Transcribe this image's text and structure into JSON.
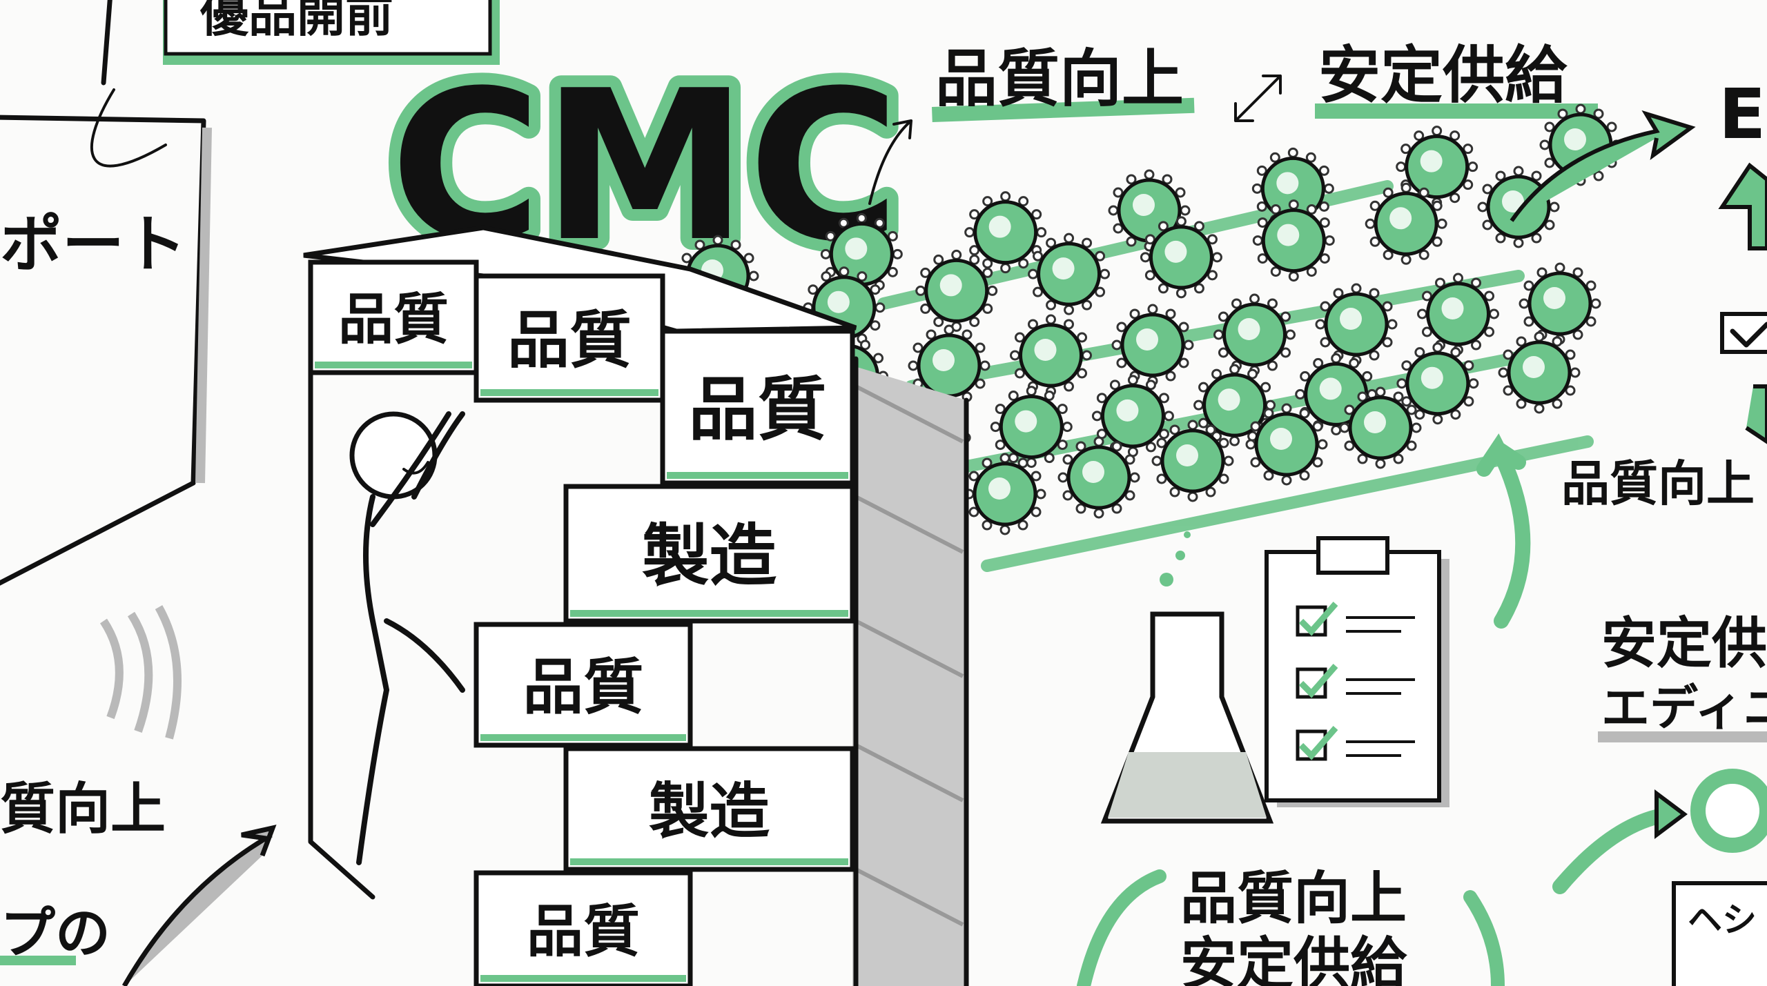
{
  "title": "CMC",
  "top_left_label": "優品開前",
  "top_center": {
    "left": "品質向上",
    "right": "安定供給"
  },
  "left_panel": {
    "support": "ポート",
    "quality": "質向上",
    "step": "プの"
  },
  "wall": {
    "bricks": [
      "品質",
      "品質",
      "品質",
      "製造",
      "品質",
      "製造",
      "品質"
    ]
  },
  "right_column": {
    "ex": "E",
    "quality": "品質向上",
    "supply": "安定供",
    "edition": "エディニ",
    "doc": "ヘシ"
  },
  "bottom_center": {
    "line1": "品質向上",
    "line2": "安定供給"
  },
  "colors": {
    "accent": "#6cc48a",
    "ink": "#111111",
    "shade": "#b9b9b9"
  },
  "icons": [
    "virus-icon",
    "flask-icon",
    "clipboard-checklist-icon",
    "arrow-up-icon",
    "checkbox-icon",
    "climbing-person-icon"
  ]
}
